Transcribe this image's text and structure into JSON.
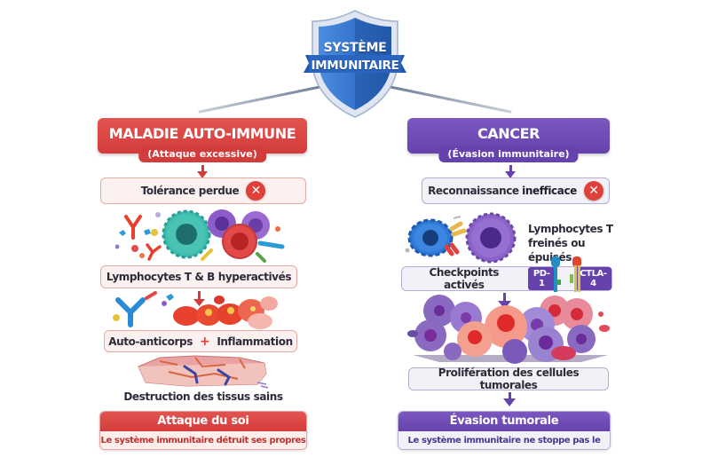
{
  "root": {
    "title_line1": "SYSTÈME",
    "title_line2": "IMMUNITAIRE",
    "icon": "shield-icon",
    "color": "#2f6fc4"
  },
  "left": {
    "accent": "#d43c3b",
    "header": {
      "title": "MALADIE AUTO-IMMUNE",
      "subtitle": "(Attaque excessive)"
    },
    "steps": [
      {
        "label": "Tolérance perdue",
        "icon": "x-circle-icon"
      },
      {
        "illustration": "immune-cells-illustration"
      },
      {
        "label": "Lymphocytes T & B hyperactivés"
      },
      {
        "illustration": "antibodies-inflammation-illustration"
      },
      {
        "label_part1": "Auto-anticorps",
        "connector": "+",
        "label_part2": "Inflammation"
      },
      {
        "illustration": "damaged-tissue-illustration"
      },
      {
        "label": "Destruction des tissus sains"
      }
    ],
    "footer": {
      "title": "Attaque du soi",
      "subtitle": "Le système immunitaire détruit ses propres tissus"
    }
  },
  "right": {
    "accent": "#6642ad",
    "header": {
      "title": "CANCER",
      "subtitle": "(Évasion immunitaire)"
    },
    "steps": [
      {
        "label_part1": "Reconnaissance",
        "label_part2": "inefficace",
        "icon": "x-circle-icon"
      },
      {
        "illustration": "exhausted-t-cells-illustration",
        "label_line1": "Lymphocytes T",
        "label_line2": "freinés ou épuisés"
      },
      {
        "label": "Checkpoints activés",
        "badges": [
          "PD-1",
          "CTLA-4"
        ]
      },
      {
        "illustration": "tumor-cells-illustration"
      },
      {
        "label": "Prolifération des cellules tumorales"
      }
    ],
    "footer": {
      "title": "Évasion tumorale",
      "subtitle": "Le système immunitaire ne stoppe pas le cancer"
    }
  }
}
